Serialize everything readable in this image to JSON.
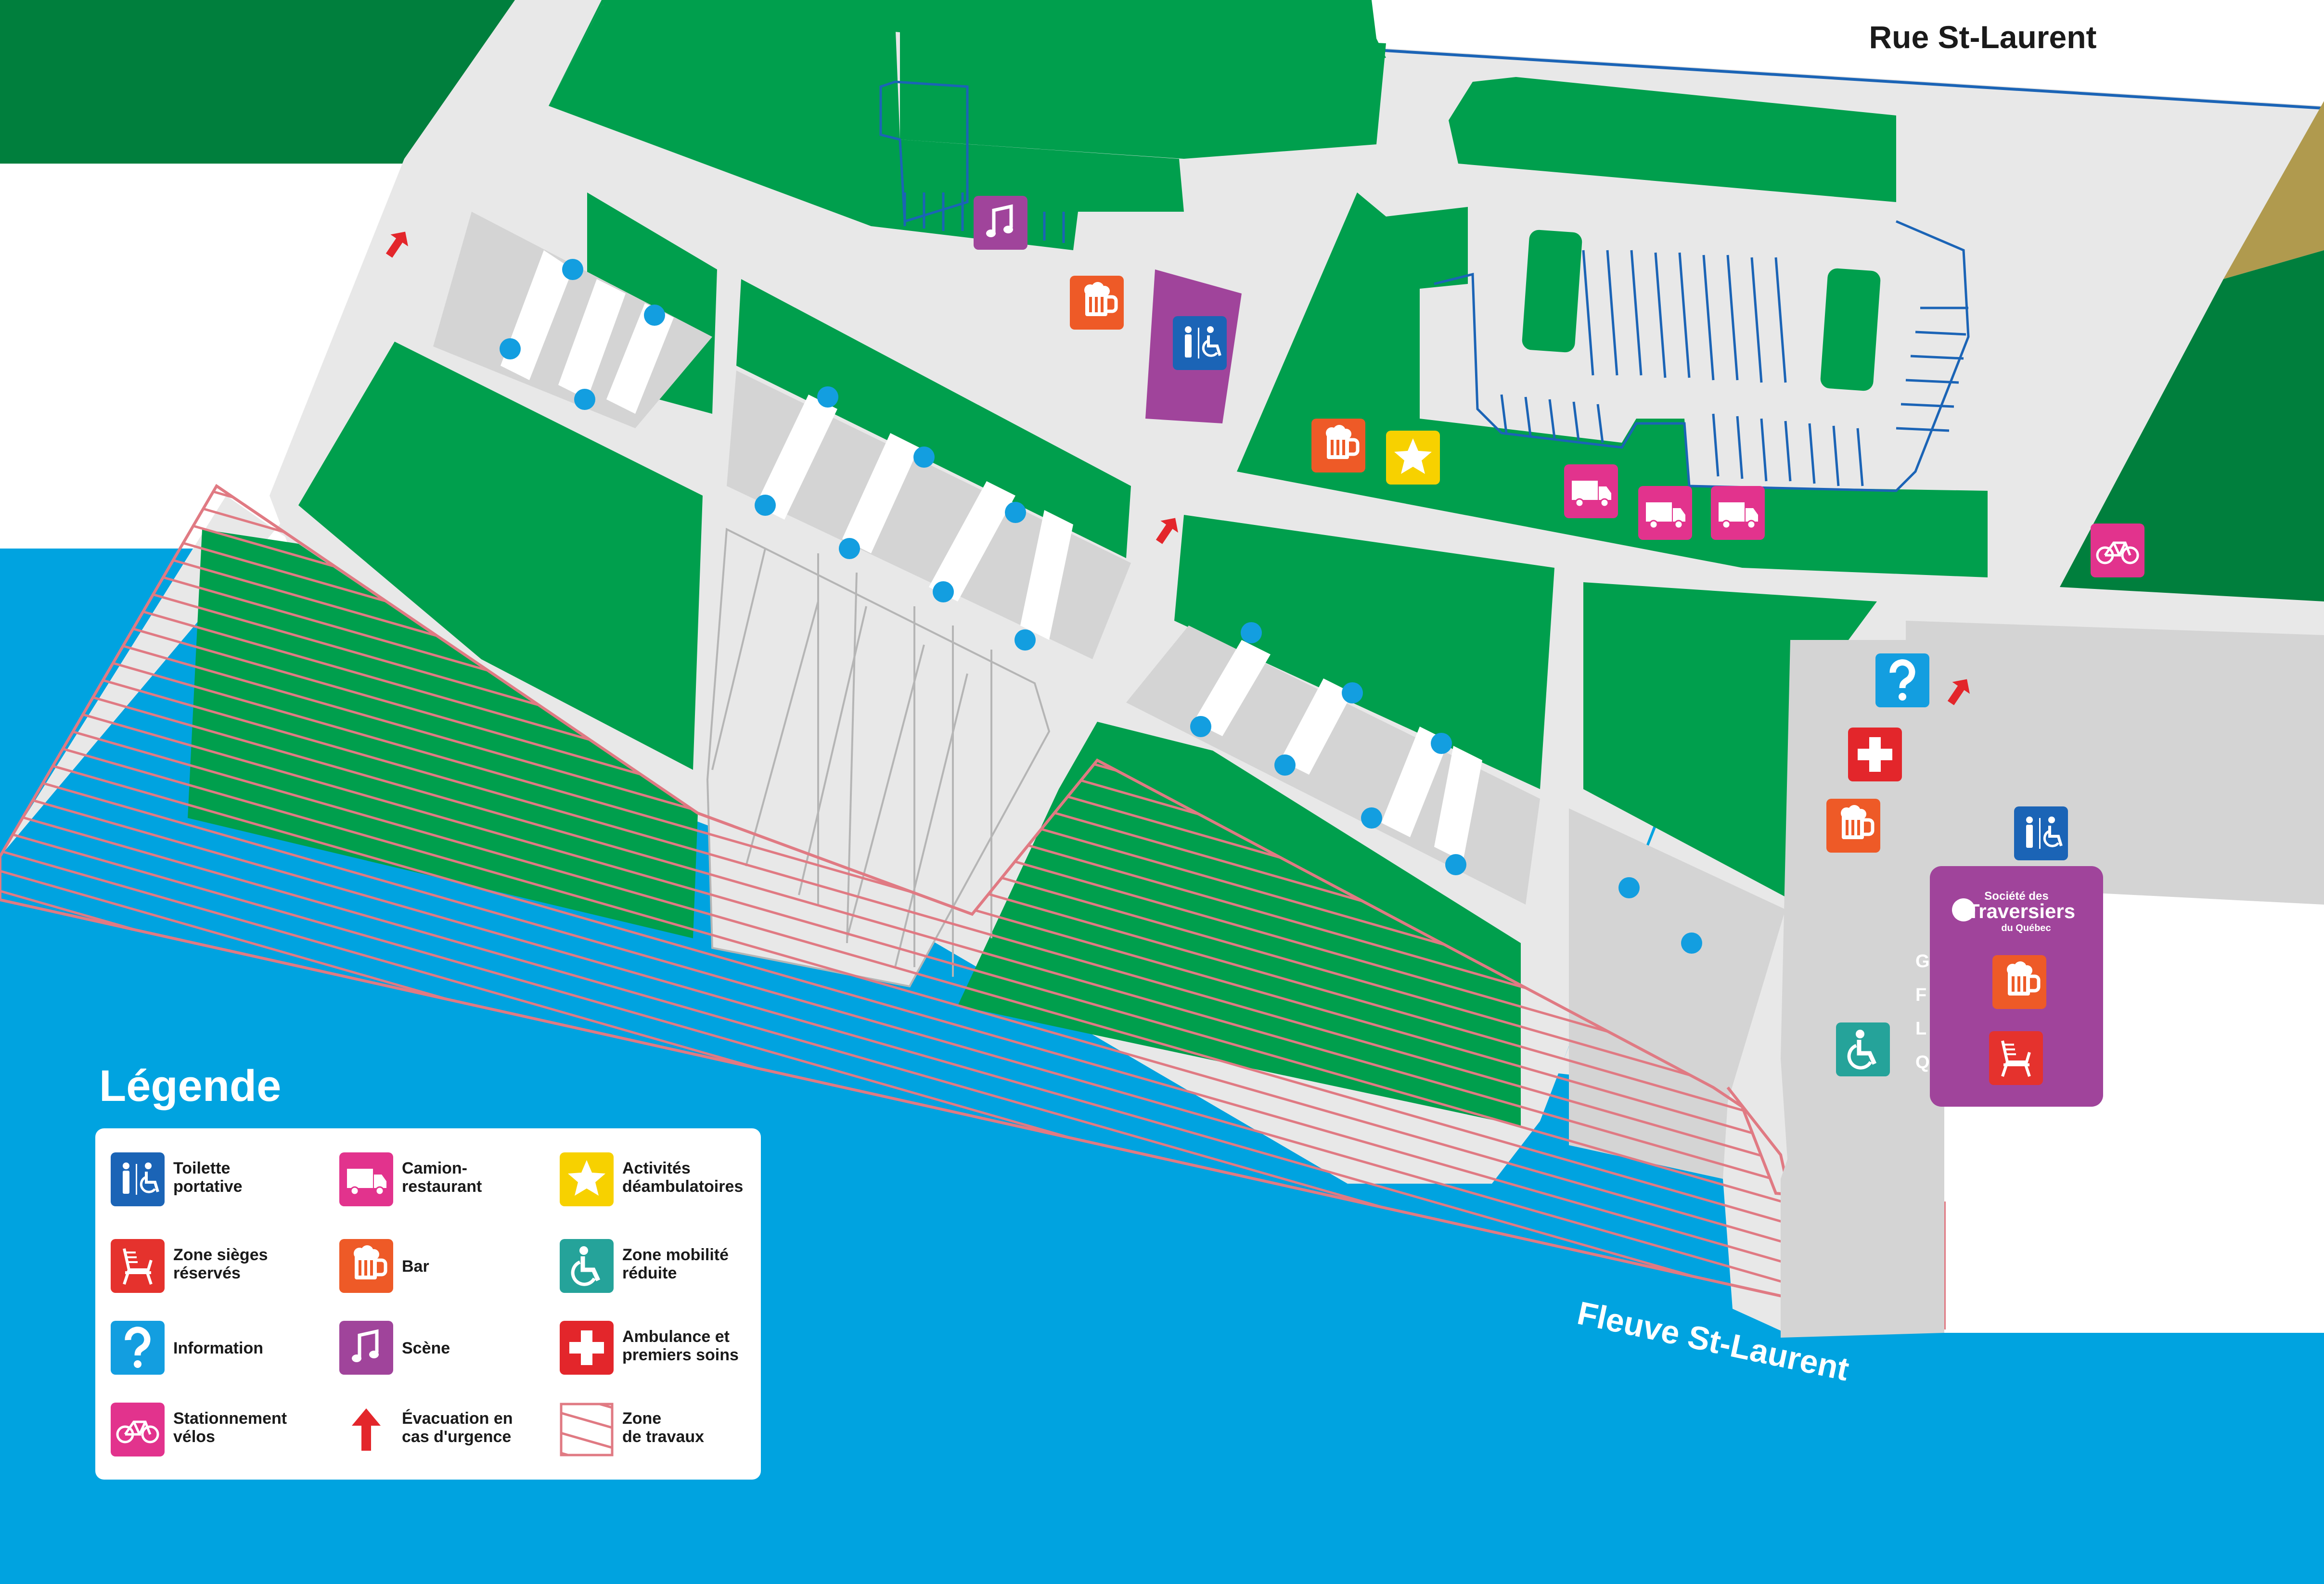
{
  "map": {
    "street_label": "Rue St-Laurent",
    "river_label": "Fleuve St-Laurent",
    "terminal_line1": "Société des",
    "terminal_line2": "Traversiers",
    "terminal_line3": "du Québec",
    "gflq_letters": [
      "G",
      "F",
      "L",
      "Q"
    ]
  },
  "legend": {
    "title": "Légende",
    "items": [
      {
        "icon": "toilet-icon",
        "color": "#1b64b6",
        "line1": "Toilette",
        "line2": "portative"
      },
      {
        "icon": "reserved-seating-icon",
        "color": "#e5322d",
        "line1": "Zone sièges",
        "line2": "réservés"
      },
      {
        "icon": "information-icon",
        "color": "#139ee0",
        "line1": "Information",
        "line2": ""
      },
      {
        "icon": "bike-icon",
        "color": "#e2338d",
        "line1": "Stationnement",
        "line2": "vélos"
      },
      {
        "icon": "food-truck-icon",
        "color": "#e2338d",
        "line1": "Camion-",
        "line2": "restaurant"
      },
      {
        "icon": "bar-icon",
        "color": "#ee5a27",
        "line1": "Bar",
        "line2": ""
      },
      {
        "icon": "stage-icon",
        "color": "#a0449b",
        "line1": "Scène",
        "line2": ""
      },
      {
        "icon": "evacuation-arrow-icon",
        "color": "#e3262b",
        "line1": "Évacuation en",
        "line2": "cas d'urgence"
      },
      {
        "icon": "star-icon",
        "color": "#f7d100",
        "line1": "Activités",
        "line2": "déambulatoires"
      },
      {
        "icon": "accessibility-icon",
        "color": "#25a39a",
        "line1": "Zone mobilité",
        "line2": "réduite"
      },
      {
        "icon": "first-aid-icon",
        "color": "#e3262b",
        "line1": "Ambulance et",
        "line2": "premiers soins"
      },
      {
        "icon": "construction-zone-icon",
        "color": "#e07a83",
        "line1": "Zone",
        "line2": "de travaux"
      }
    ]
  },
  "colors": {
    "green": "#009f4d",
    "dark_green": "#007f3d",
    "road": "#e8e8e8",
    "river": "#00a3e0",
    "stage_purple": "#a0449b",
    "bar_orange": "#ee5a27",
    "food_truck_pink": "#e2338d",
    "info_blue": "#139ee0",
    "toilet_blue": "#1b64b6",
    "first_aid_red": "#e3262b",
    "star_yellow": "#f7d100",
    "accessibility_teal": "#25a39a",
    "construction_hatch": "#e07a83",
    "dot_blue": "#139ee0",
    "olive": "#b09a4e"
  }
}
